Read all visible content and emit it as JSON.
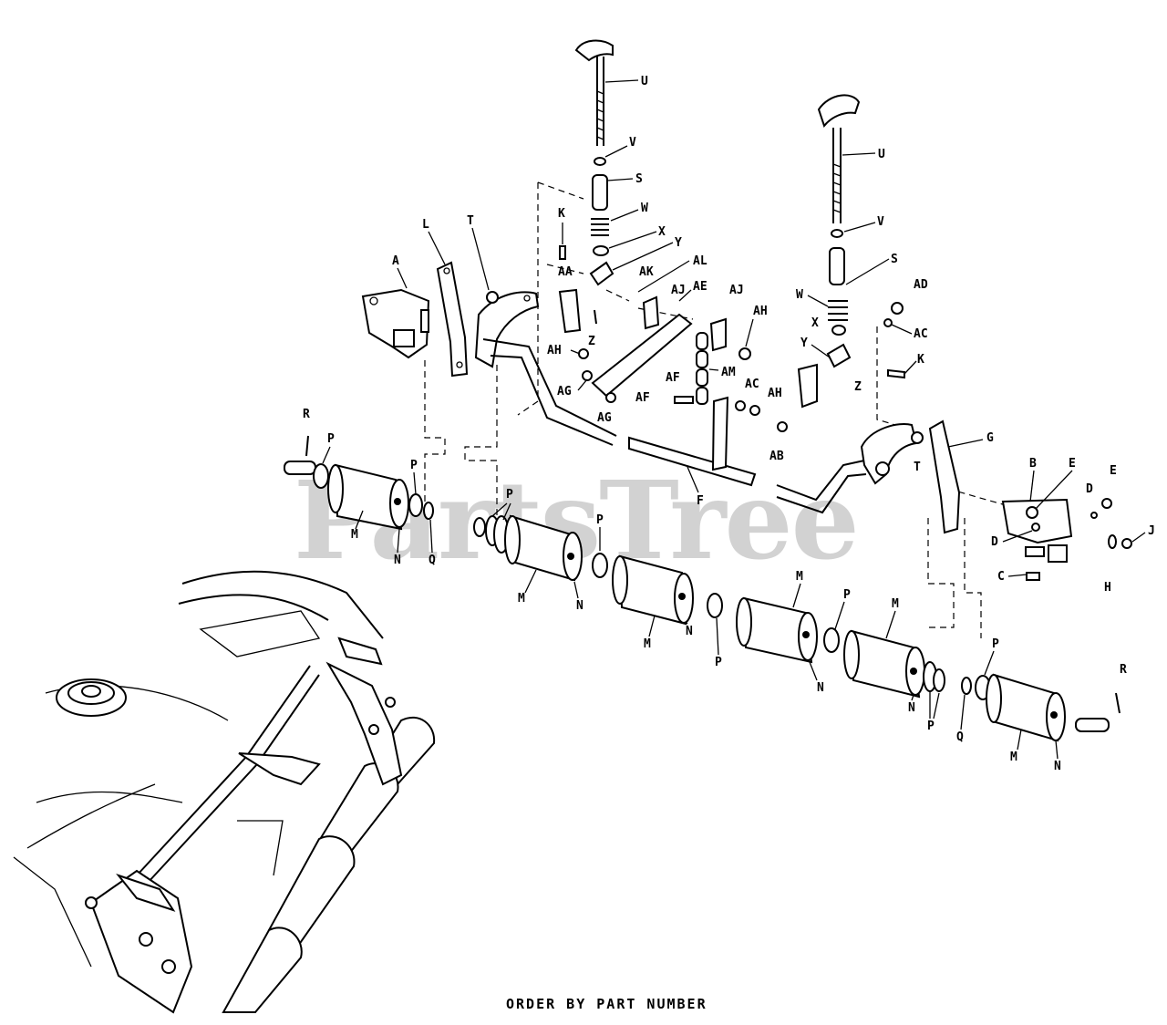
{
  "watermark": "PartsTree",
  "footer_text": "ORDER BY PART NUMBER",
  "part_labels": {
    "A": "A",
    "B": "B",
    "C": "C",
    "D": "D",
    "E": "E",
    "F": "F",
    "G": "G",
    "H": "H",
    "J": "J",
    "K": "K",
    "L": "L",
    "M": "M",
    "N": "N",
    "P": "P",
    "Q": "Q",
    "R": "R",
    "S": "S",
    "T": "T",
    "U": "U",
    "V": "V",
    "W": "W",
    "X": "X",
    "Y": "Y",
    "Z": "Z",
    "AA": "AA",
    "AB": "AB",
    "AC": "AC",
    "AD": "AD",
    "AE": "AE",
    "AF": "AF",
    "AG": "AG",
    "AH": "AH",
    "AJ": "AJ",
    "AK": "AK",
    "AL": "AL",
    "AM": "AM"
  }
}
